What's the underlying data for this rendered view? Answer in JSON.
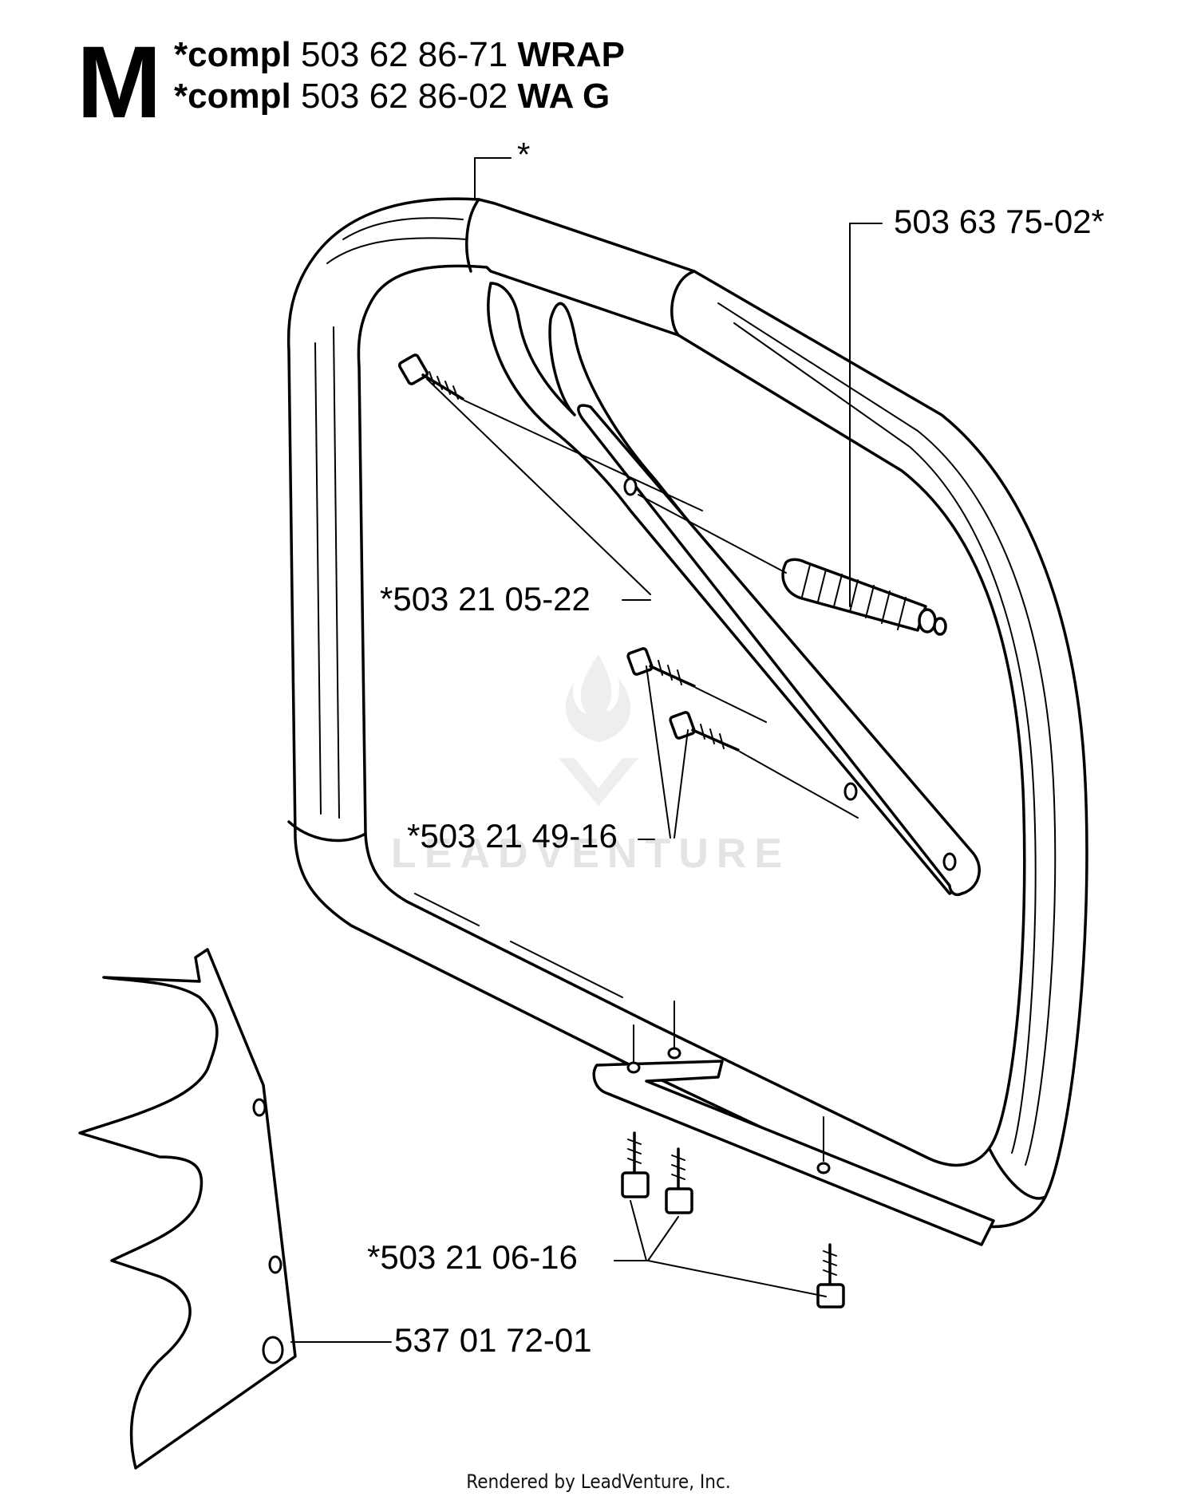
{
  "header": {
    "section_letter": "M",
    "lines": [
      {
        "prefix": "*compl",
        "number": "503 62 86-71",
        "suffix": "WRAP"
      },
      {
        "prefix": "*compl",
        "number": "503 62 86-02",
        "suffix": "WA G"
      }
    ]
  },
  "callouts": {
    "handle_marker": "*",
    "vibration_damper": "503 63 75-02*",
    "upper_screw": "*503 21 05-22",
    "middle_screws": "*503 21 49-16",
    "lower_screws": "*503 21 06-16",
    "heat_shield": "537 01 72-01"
  },
  "watermark": "LEADVENTURE",
  "footer": "Rendered by LeadVenture, Inc."
}
